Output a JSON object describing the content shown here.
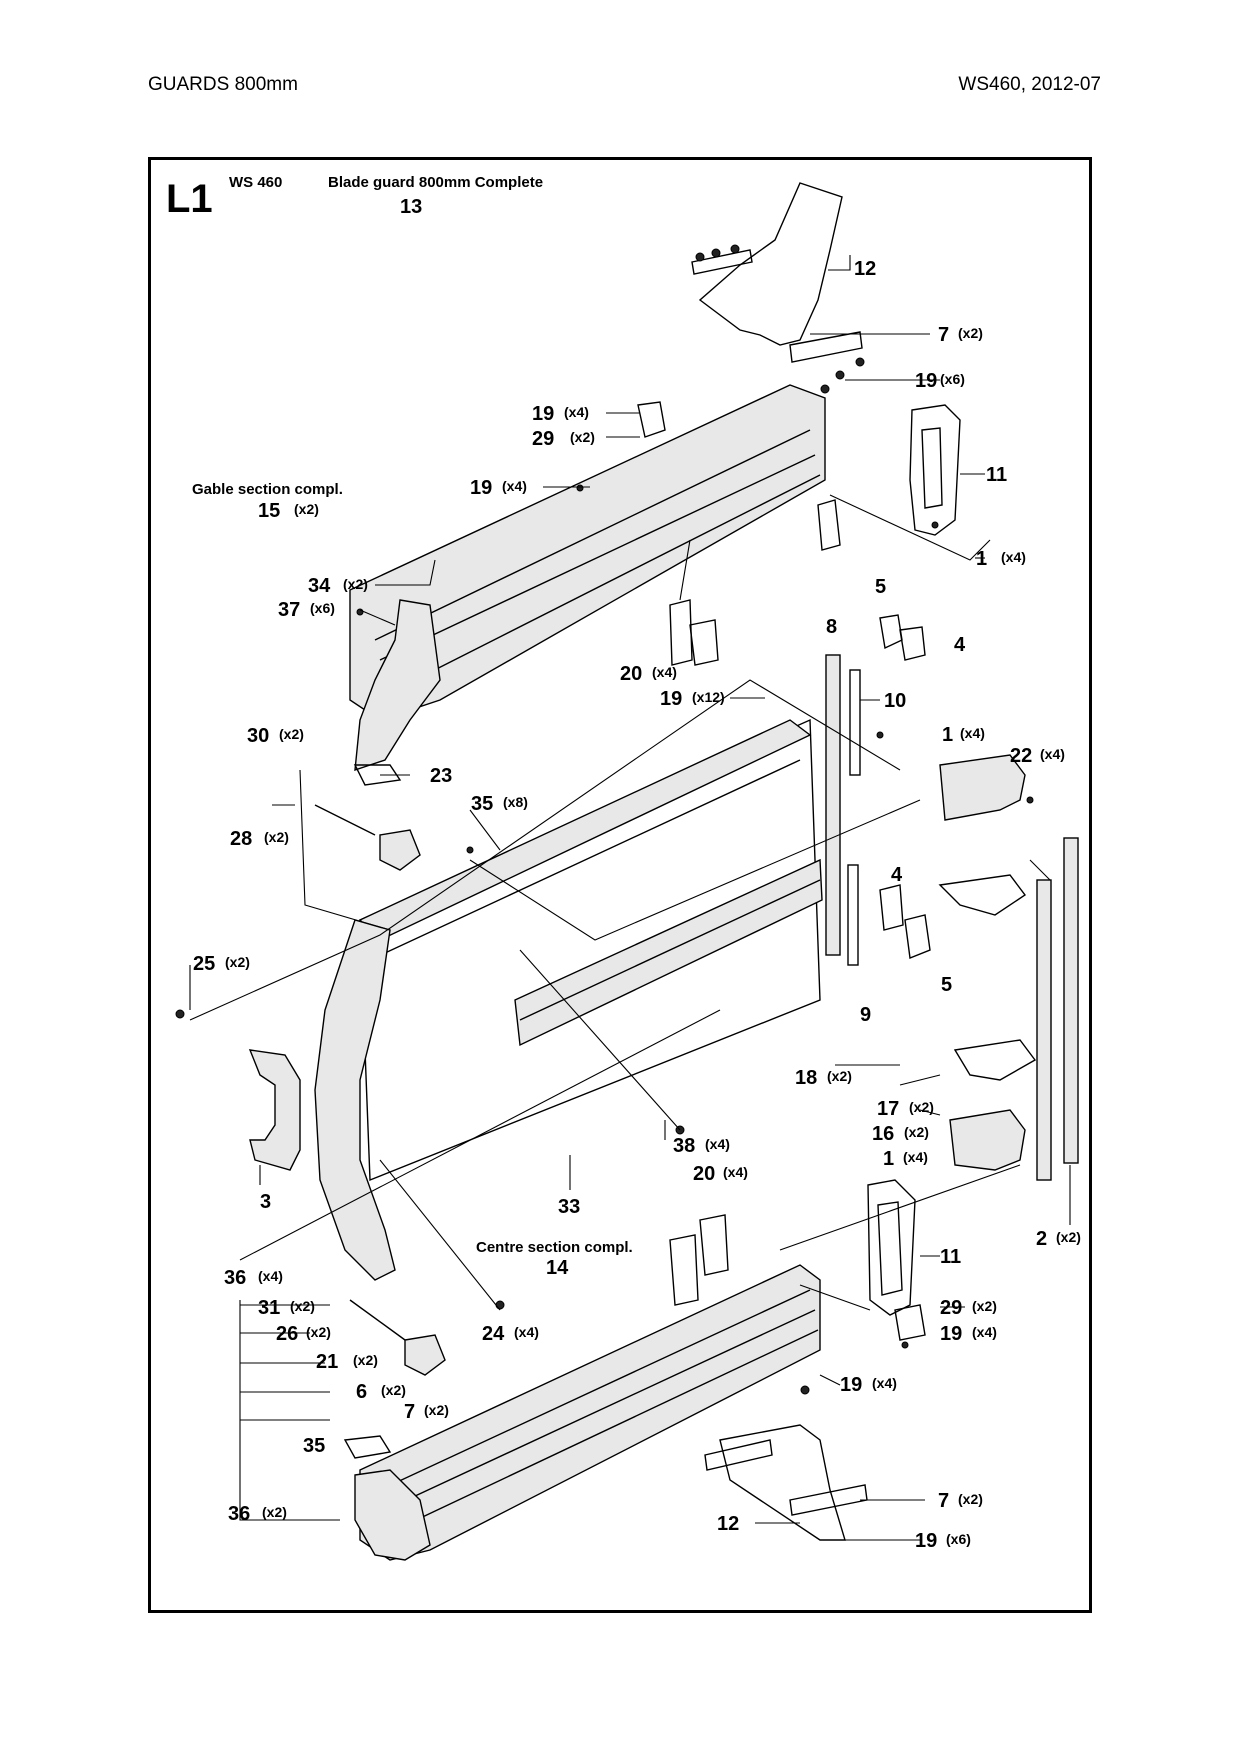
{
  "header": {
    "left": "GUARDS 800mm",
    "right": "WS460, 2012-07"
  },
  "diagram": {
    "code": "L1",
    "model": "WS 460",
    "title": "Blade guard 800mm Complete",
    "title_ref": "13",
    "gable_section": {
      "label": "Gable section compl.",
      "ref": "15",
      "qty": "(x2)"
    },
    "centre_section": {
      "label": "Centre section compl.",
      "ref": "14"
    },
    "callouts": [
      {
        "id": "c12a",
        "ref": "12",
        "qty": ""
      },
      {
        "id": "c7a",
        "ref": "7",
        "qty": "(x2)"
      },
      {
        "id": "c19a",
        "ref": "19",
        "qty": "(x6)"
      },
      {
        "id": "c19b",
        "ref": "19",
        "qty": "(x4)"
      },
      {
        "id": "c29a",
        "ref": "29",
        "qty": "(x2)"
      },
      {
        "id": "c19c",
        "ref": "19",
        "qty": "(x4)"
      },
      {
        "id": "c11a",
        "ref": "11",
        "qty": ""
      },
      {
        "id": "c1a",
        "ref": "1",
        "qty": "(x4)"
      },
      {
        "id": "c34",
        "ref": "34",
        "qty": "(x2)"
      },
      {
        "id": "c37",
        "ref": "37",
        "qty": "(x6)"
      },
      {
        "id": "c5a",
        "ref": "5",
        "qty": ""
      },
      {
        "id": "c4a",
        "ref": "4",
        "qty": ""
      },
      {
        "id": "c8",
        "ref": "8",
        "qty": ""
      },
      {
        "id": "c20a",
        "ref": "20",
        "qty": "(x4)"
      },
      {
        "id": "c19d",
        "ref": "19",
        "qty": "(x12)"
      },
      {
        "id": "c10",
        "ref": "10",
        "qty": ""
      },
      {
        "id": "c1b",
        "ref": "1",
        "qty": "(x4)"
      },
      {
        "id": "c22",
        "ref": "22",
        "qty": "(x4)"
      },
      {
        "id": "c30",
        "ref": "30",
        "qty": "(x2)"
      },
      {
        "id": "c23",
        "ref": "23",
        "qty": ""
      },
      {
        "id": "c35a",
        "ref": "35",
        "qty": "(x8)"
      },
      {
        "id": "c28",
        "ref": "28",
        "qty": "(x2)"
      },
      {
        "id": "c4b",
        "ref": "4",
        "qty": ""
      },
      {
        "id": "c5b",
        "ref": "5",
        "qty": ""
      },
      {
        "id": "c25",
        "ref": "25",
        "qty": "(x2)"
      },
      {
        "id": "c9",
        "ref": "9",
        "qty": ""
      },
      {
        "id": "c18",
        "ref": "18",
        "qty": "(x2)"
      },
      {
        "id": "c17",
        "ref": "17",
        "qty": "(x2)"
      },
      {
        "id": "c16",
        "ref": "16",
        "qty": "(x2)"
      },
      {
        "id": "c38",
        "ref": "38",
        "qty": "(x4)"
      },
      {
        "id": "c1c",
        "ref": "1",
        "qty": "(x4)"
      },
      {
        "id": "c3",
        "ref": "3",
        "qty": ""
      },
      {
        "id": "c20b",
        "ref": "20",
        "qty": "(x4)"
      },
      {
        "id": "c33",
        "ref": "33",
        "qty": ""
      },
      {
        "id": "c2",
        "ref": "2",
        "qty": "(x2)"
      },
      {
        "id": "c11b",
        "ref": "11",
        "qty": ""
      },
      {
        "id": "c36a",
        "ref": "36",
        "qty": "(x4)"
      },
      {
        "id": "c29b",
        "ref": "29",
        "qty": "(x2)"
      },
      {
        "id": "c19e",
        "ref": "19",
        "qty": "(x4)"
      },
      {
        "id": "c31",
        "ref": "31",
        "qty": "(x2)"
      },
      {
        "id": "c26",
        "ref": "26",
        "qty": "(x2)"
      },
      {
        "id": "c24",
        "ref": "24",
        "qty": "(x4)"
      },
      {
        "id": "c21",
        "ref": "21",
        "qty": "(x2)"
      },
      {
        "id": "c6",
        "ref": "6",
        "qty": "(x2)"
      },
      {
        "id": "c19f",
        "ref": "19",
        "qty": "(x4)"
      },
      {
        "id": "c7b",
        "ref": "7",
        "qty": "(x2)"
      },
      {
        "id": "c35b",
        "ref": "35",
        "qty": ""
      },
      {
        "id": "c7c",
        "ref": "7",
        "qty": "(x2)"
      },
      {
        "id": "c36b",
        "ref": "36",
        "qty": "(x2)"
      },
      {
        "id": "c12b",
        "ref": "12",
        "qty": ""
      },
      {
        "id": "c19g",
        "ref": "19",
        "qty": "(x6)"
      }
    ]
  }
}
